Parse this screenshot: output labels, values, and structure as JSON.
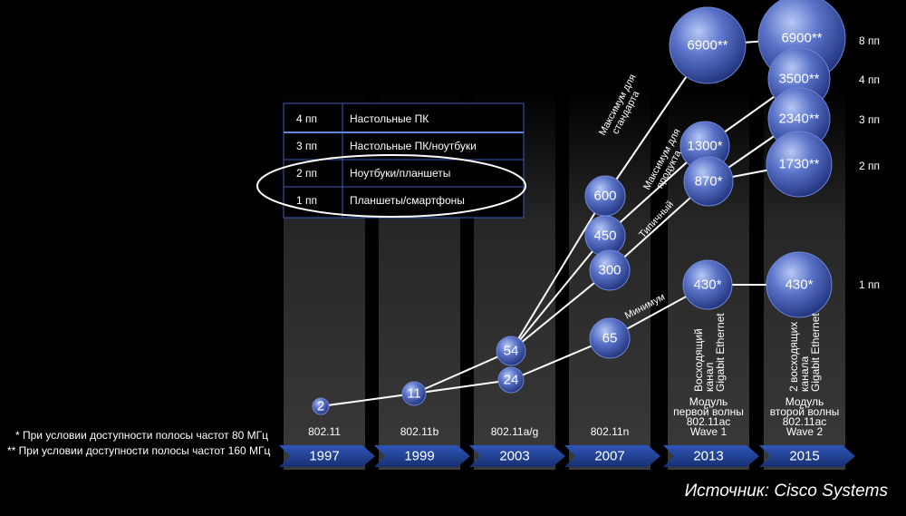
{
  "chart_data": {
    "type": "scatter",
    "years": [
      "1997",
      "1999",
      "2003",
      "2007",
      "2013",
      "2015"
    ],
    "standards": [
      [
        "802.11"
      ],
      [
        "802.11b"
      ],
      [
        "802.11a/g"
      ],
      [
        "802.11n"
      ],
      [
        "Модуль",
        "первой волны",
        "802.11ac",
        "Wave 1"
      ],
      [
        "Модуль",
        "второй волны",
        "802.11ac",
        "Wave 2"
      ]
    ],
    "points": [
      {
        "year": "1997",
        "label": "2",
        "value": 2
      },
      {
        "year": "1999",
        "label": "11",
        "value": 11
      },
      {
        "year": "2003",
        "label": "54",
        "value": 54
      },
      {
        "year": "2003",
        "label": "24",
        "value": 24
      },
      {
        "year": "2007",
        "label": "600",
        "value": 600
      },
      {
        "year": "2007",
        "label": "450",
        "value": 450
      },
      {
        "year": "2007",
        "label": "300",
        "value": 300
      },
      {
        "year": "2007",
        "label": "65",
        "value": 65
      },
      {
        "year": "2013",
        "label": "6900**",
        "value": 6900
      },
      {
        "year": "2013",
        "label": "1300*",
        "value": 1300
      },
      {
        "year": "2013",
        "label": "870*",
        "value": 870
      },
      {
        "year": "2013",
        "label": "430*",
        "value": 430
      },
      {
        "year": "2015",
        "label": "6900**",
        "value": 6900
      },
      {
        "year": "2015",
        "label": "3500**",
        "value": 3500
      },
      {
        "year": "2015",
        "label": "2340**",
        "value": 2340
      },
      {
        "year": "2015",
        "label": "1730**",
        "value": 1730
      },
      {
        "year": "2015",
        "label": "430*",
        "value": 430
      }
    ],
    "line_labels": {
      "max_standard": "Максимум для стандарта",
      "max_product": "Максимум для продукта",
      "typical": "Типичный",
      "minimum": "Минимум"
    },
    "column_notes": {
      "2013": [
        "Восходящий",
        "канал",
        "Gigabit Ethernet"
      ],
      "2015": [
        "2 восходящих",
        "канала",
        "Gigabit Ethernet"
      ]
    },
    "spatial_streams": [
      {
        "label": "8 пп",
        "value": 6900
      },
      {
        "label": "4 пп",
        "value": 3500
      },
      {
        "label": "3 пп",
        "value": 2340
      },
      {
        "label": "2 пп",
        "value": 1730
      },
      {
        "label": "1 пп",
        "value": 430
      }
    ],
    "legend": [
      {
        "streams": "4 пп",
        "devices": "Настольные ПК"
      },
      {
        "streams": "3 пп",
        "devices": "Настольные ПК/ноутбуки"
      },
      {
        "streams": "2 пп",
        "devices": "Ноутбуки/планшеты"
      },
      {
        "streams": "1 пп",
        "devices": "Планшеты/смартфоны"
      }
    ],
    "footnotes": [
      "* При условии доступности полосы частот 80 МГц",
      "** При условии доступности полосы частот 160 МГц"
    ]
  },
  "source": "Источник: Cisco Systems",
  "colors": {
    "background": "#000000",
    "bubble_light": "#9db4f0",
    "bubble_dark": "#2a3f8f",
    "arrow": "#1f3a8a",
    "column": "#2b2b2b"
  }
}
